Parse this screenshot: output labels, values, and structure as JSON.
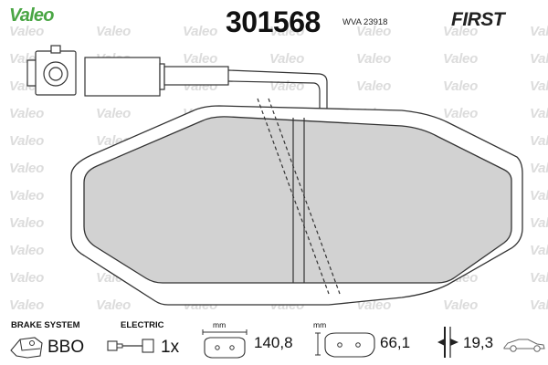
{
  "header": {
    "brand": "Valeo",
    "part_number": "301568",
    "wva": "WVA 23918",
    "product_line": "FIRST"
  },
  "watermark_text": "Valeo",
  "specs": {
    "brake_system_label": "BRAKE SYSTEM",
    "brake_system_value": "BBO",
    "electric_label": "ELECTRIC",
    "electric_value": "1x",
    "width_unit": "mm",
    "width_value": "140,8",
    "height_unit": "mm",
    "height_value": "66,1",
    "thickness_value": "19,3"
  },
  "colors": {
    "brand_green": "#4aa644",
    "pad_fill": "#d2d2d2",
    "outline": "#333333",
    "watermark": "#dcdcdc"
  }
}
